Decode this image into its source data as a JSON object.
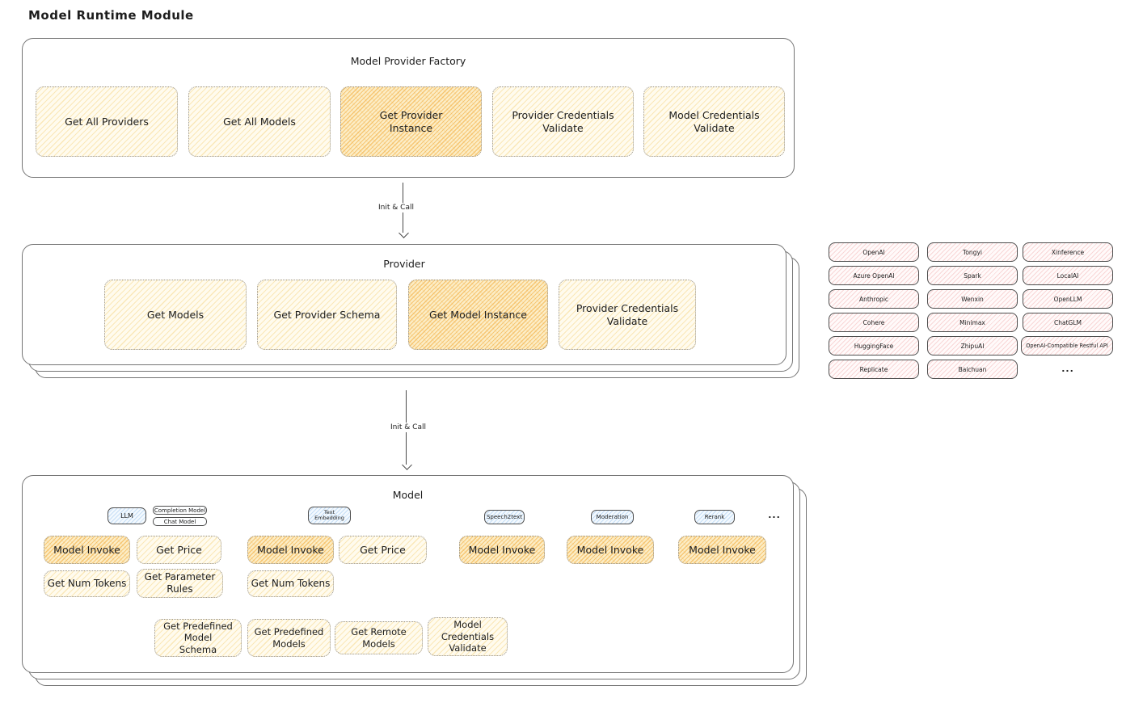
{
  "page_title": "Model Runtime Module",
  "factory": {
    "title": "Model Provider Factory",
    "boxes": [
      {
        "label": "Get All Providers",
        "highlighted": false
      },
      {
        "label": "Get All Models",
        "highlighted": false
      },
      {
        "label": "Get Provider\nInstance",
        "highlighted": true
      },
      {
        "label": "Provider Credentials\nValidate",
        "highlighted": false
      },
      {
        "label": "Model Credentials\nValidate",
        "highlighted": false
      }
    ]
  },
  "arrows": {
    "init_call_1": "Init & Call",
    "init_call_2": "Init & Call"
  },
  "provider": {
    "title": "Provider",
    "boxes": [
      {
        "label": "Get Models",
        "highlighted": false
      },
      {
        "label": "Get Provider Schema",
        "highlighted": false
      },
      {
        "label": "Get Model Instance",
        "highlighted": true
      },
      {
        "label": "Provider Credentials\nValidate",
        "highlighted": false
      }
    ]
  },
  "providers": {
    "columns": [
      [
        "OpenAI",
        "Azure OpenAI",
        "Anthropic",
        "Cohere",
        "HuggingFace",
        "Replicate"
      ],
      [
        "Tongyi",
        "Spark",
        "Wenxin",
        "Minimax",
        "ZhipuAI",
        "Baichuan"
      ],
      [
        "Xinference",
        "LocalAI",
        "OpenLLM",
        "ChatGLM",
        "OpenAI-Compatible Restful API",
        "..."
      ]
    ]
  },
  "model": {
    "title": "Model",
    "tabs": [
      "LLM",
      "Completion Model",
      "Chat Model",
      "Text\nEmbedding",
      "Speech2text",
      "Moderation",
      "Rerank"
    ],
    "tabs_more": "...",
    "row1": [
      "Model Invoke",
      "Get Price",
      "Model Invoke",
      "Get Price",
      "Model Invoke",
      "Model Invoke",
      "Model Invoke"
    ],
    "row2": [
      "Get Num Tokens",
      "Get Parameter\nRules",
      "Get Num Tokens"
    ],
    "row3": [
      "Get Predefined Model\nSchema",
      "Get Predefined\nModels",
      "Get Remote Models",
      "Model Credentials\nValidate"
    ],
    "colors": {
      "node_fill": "#fff9e6",
      "node_highlight_fill": "#f7c873",
      "provider_chip_fill": "#fbe9e9",
      "tab_fill": "#d6e9f8"
    }
  }
}
